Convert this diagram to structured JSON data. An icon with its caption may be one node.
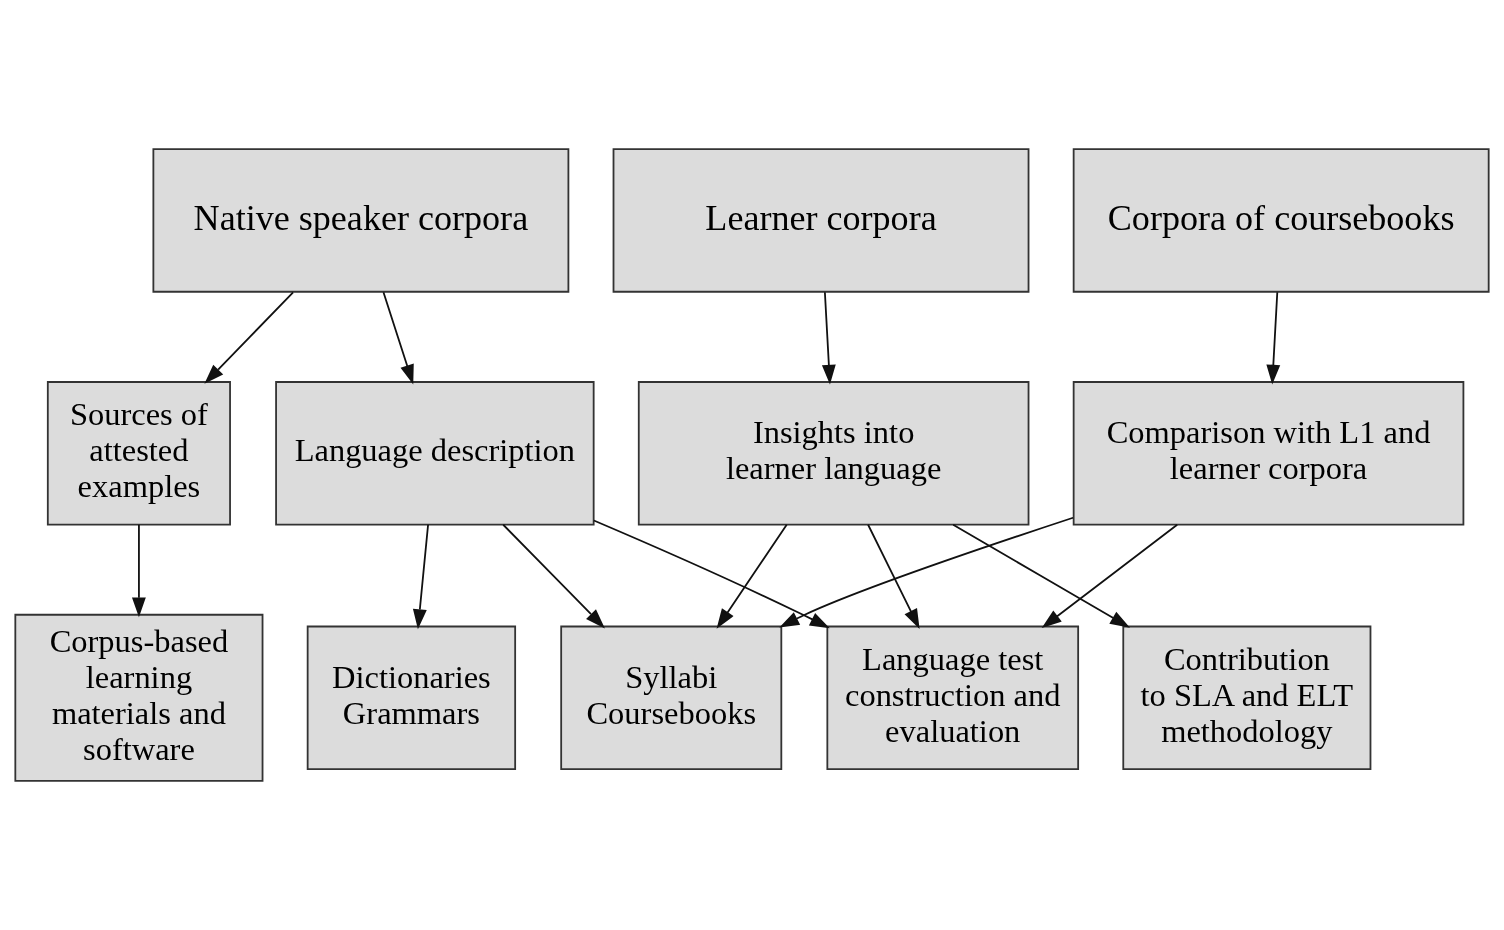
{
  "diagram": {
    "nodes": [
      {
        "text": [
          "Native speaker corpora"
        ]
      },
      {
        "text": [
          "Learner corpora"
        ]
      },
      {
        "text": [
          "Corpora of coursebooks"
        ]
      },
      {
        "text": [
          "Sources of attested examples"
        ]
      },
      {
        "text": [
          "Language description"
        ]
      },
      {
        "text": [
          "Insights into learner language"
        ]
      },
      {
        "text": [
          "Comparison with L1 and learner corpora"
        ]
      },
      {
        "text": [
          "Corpus-based learning materials and software"
        ]
      },
      {
        "text": [
          "Dictionaries",
          "Grammars"
        ]
      },
      {
        "text": [
          "Syllabi",
          "Coursebooks"
        ]
      },
      {
        "text": [
          "Language test construction and evaluation"
        ]
      },
      {
        "text": [
          "Contribution to SLA and ELT methodology"
        ]
      }
    ],
    "edges": [
      {
        "from": 0,
        "to": 3,
        "arrow": "to"
      },
      {
        "from": 0,
        "to": 4,
        "arrow": "to"
      },
      {
        "from": 1,
        "to": 5,
        "arrow": "to"
      },
      {
        "from": 2,
        "to": 6,
        "arrow": "to"
      },
      {
        "from": 3,
        "to": 7,
        "arrow": "to"
      },
      {
        "from": 4,
        "to": 8,
        "arrow": "to"
      },
      {
        "from": 4,
        "to": 9,
        "arrow": "to"
      },
      {
        "from": 4,
        "to": 10,
        "arrow": "to"
      },
      {
        "from": 5,
        "to": 9,
        "arrow": "to"
      },
      {
        "from": 5,
        "to": 10,
        "arrow": "to"
      },
      {
        "from": 5,
        "to": 11,
        "arrow": "to"
      },
      {
        "from": 6,
        "to": 9,
        "arrow": "to"
      },
      {
        "from": 6,
        "to": 10,
        "arrow": "to"
      }
    ]
  }
}
